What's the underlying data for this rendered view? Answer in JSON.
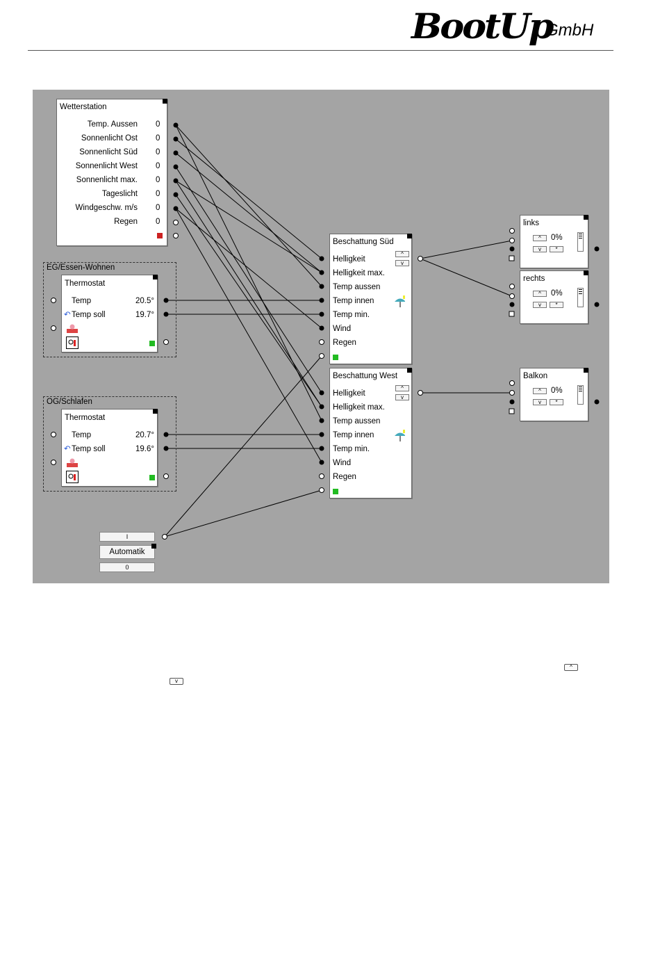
{
  "header": {
    "logo_main": "BootUp",
    "logo_suffix": "GmbH"
  },
  "wetterstation": {
    "title": "Wetterstation",
    "rows": [
      {
        "label": "Temp. Aussen",
        "value": "0"
      },
      {
        "label": "Sonnenlicht Ost",
        "value": "0"
      },
      {
        "label": "Sonnenlicht Süd",
        "value": "0"
      },
      {
        "label": "Sonnenlicht West",
        "value": "0"
      },
      {
        "label": "Sonnenlicht max.",
        "value": "0"
      },
      {
        "label": "Tageslicht",
        "value": "0"
      },
      {
        "label": "Windgeschw. m/s",
        "value": "0"
      },
      {
        "label": "Regen",
        "value": "0"
      }
    ]
  },
  "groups": [
    {
      "label": "EG/Essen-Wohnen",
      "thermostat": {
        "title": "Thermostat",
        "temp_label": "Temp",
        "temp_value": "20.5°",
        "soll_label": "Temp soll",
        "soll_value": "19.7°"
      }
    },
    {
      "label": "OG/Schlafen",
      "thermostat": {
        "title": "Thermostat",
        "temp_label": "Temp",
        "temp_value": "20.7°",
        "soll_label": "Temp soll",
        "soll_value": "19.6°"
      }
    }
  ],
  "beschattung": [
    {
      "title": "Beschattung Süd",
      "inputs": [
        "Helligkeit",
        "Helligkeit max.",
        "Temp aussen",
        "Temp innen",
        "Temp min.",
        "Wind",
        "Regen"
      ]
    },
    {
      "title": "Beschattung West",
      "inputs": [
        "Helligkeit",
        "Helligkeit max.",
        "Temp aussen",
        "Temp innen",
        "Temp min.",
        "Wind",
        "Regen"
      ]
    }
  ],
  "blinds": [
    {
      "title": "links",
      "percent": "0%"
    },
    {
      "title": "rechts",
      "percent": "0%"
    },
    {
      "title": "Balkon",
      "percent": "0%"
    }
  ],
  "automatik": {
    "top_label": "I",
    "label": "Automatik",
    "bottom_label": "0"
  },
  "icons": {
    "up": "^",
    "down": "v",
    "stop": "*"
  }
}
